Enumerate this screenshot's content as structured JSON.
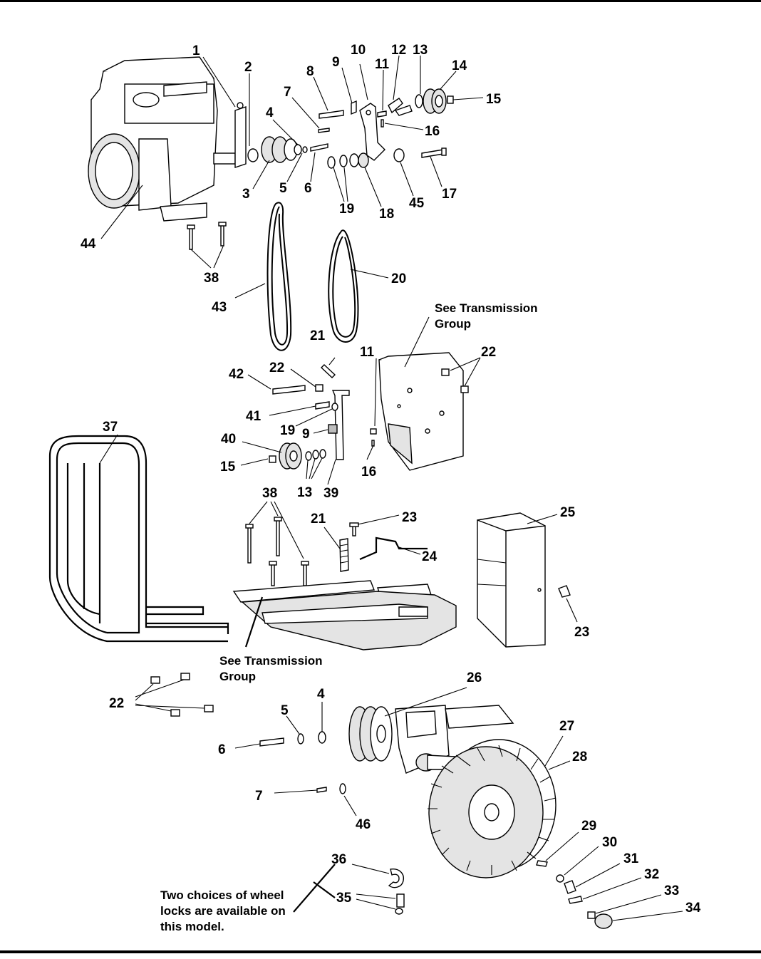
{
  "notes": {
    "transmission_top": [
      "See Transmission",
      "Group"
    ],
    "transmission_mid": [
      "See Transmission",
      "Group"
    ],
    "wheel_locks": [
      "Two choices of wheel",
      "locks are available on",
      "this model."
    ]
  },
  "labels": {
    "l1": "1",
    "l2": "2",
    "l3": "3",
    "l4a": "4",
    "l4b": "4",
    "l5a": "5",
    "l5b": "5",
    "l6a": "6",
    "l6b": "6",
    "l7a": "7",
    "l7b": "7",
    "l8": "8",
    "l9a": "9",
    "l9b": "9",
    "l10": "10",
    "l11a": "11",
    "l11b": "11",
    "l12": "12",
    "l13a": "13",
    "l13b": "13",
    "l14": "14",
    "l15a": "15",
    "l15b": "15",
    "l16a": "16",
    "l16b": "16",
    "l17": "17",
    "l18": "18",
    "l19a": "19",
    "l19b": "19",
    "l20": "20",
    "l21a": "21",
    "l21b": "21",
    "l22a": "22",
    "l22b": "22",
    "l22c": "22",
    "l23a": "23",
    "l23b": "23",
    "l24": "24",
    "l25": "25",
    "l26": "26",
    "l27": "27",
    "l28": "28",
    "l29": "29",
    "l30": "30",
    "l31": "31",
    "l32": "32",
    "l33": "33",
    "l34": "34",
    "l35": "35",
    "l36": "36",
    "l37": "37",
    "l38a": "38",
    "l38b": "38",
    "l39": "39",
    "l40": "40",
    "l41": "41",
    "l42": "42",
    "l43": "43",
    "l44": "44",
    "l45": "45",
    "l46": "46"
  }
}
